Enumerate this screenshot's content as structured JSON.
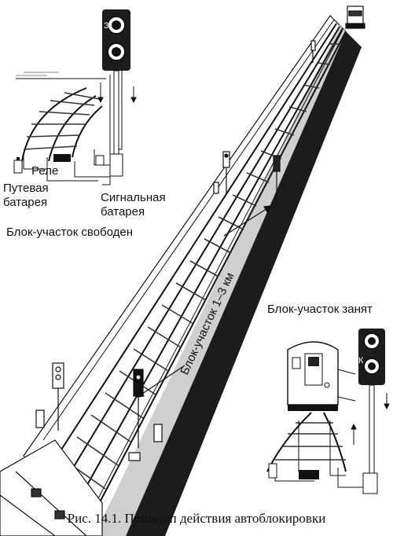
{
  "labels": {
    "signal_top": "З",
    "signal_right": "К",
    "relay": "Реле",
    "track_battery_1": "Путевая",
    "track_battery_2": "батарея",
    "signal_battery_1": "Сигнальная",
    "signal_battery_2": "батарея",
    "block_free": "Блок-участок свободен",
    "block_occupied": "Блок-участок занят",
    "block_length": "Блок-участок 1–3 км"
  },
  "caption": "Рис. 14.1. Принцип действия автоблокировки"
}
